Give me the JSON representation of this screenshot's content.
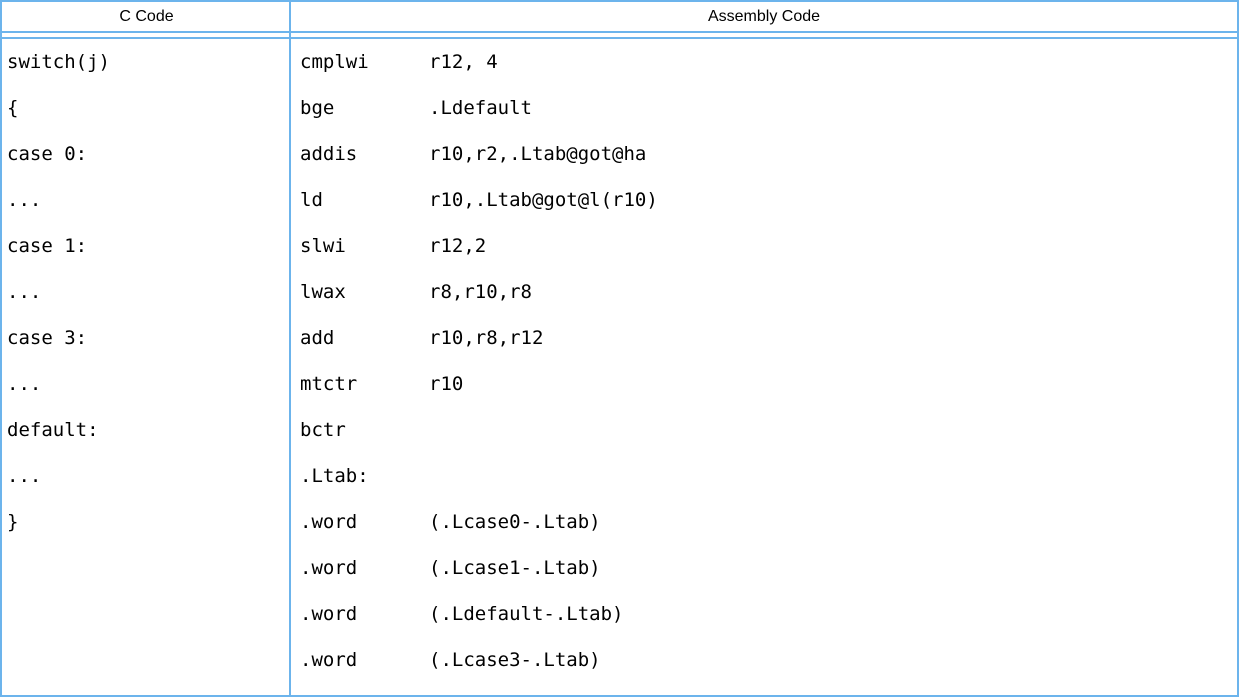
{
  "table": {
    "border_color": "#6cb4ec",
    "text_color": "#000000",
    "headers": {
      "c_code": "C Code",
      "assembly_code": "Assembly Code"
    },
    "c_code_lines": [
      "switch(j)",
      "{",
      "case 0:",
      "...",
      "case 1:",
      "...",
      "case 3:",
      "...",
      "default:",
      "...",
      "}"
    ],
    "assembly_lines": [
      {
        "mnemonic": "cmplwi",
        "operands": "r12, 4"
      },
      {
        "mnemonic": "bge",
        "operands": ".Ldefault"
      },
      {
        "mnemonic": "addis",
        "operands": "r10,r2,.Ltab@got@ha"
      },
      {
        "mnemonic": "ld",
        "operands": "r10,.Ltab@got@l(r10)"
      },
      {
        "mnemonic": "slwi",
        "operands": "r12,2"
      },
      {
        "mnemonic": "lwax",
        "operands": "r8,r10,r8"
      },
      {
        "mnemonic": "add",
        "operands": "r10,r8,r12"
      },
      {
        "mnemonic": "mtctr",
        "operands": "r10"
      },
      {
        "mnemonic": "bctr",
        "operands": ""
      },
      {
        "mnemonic": ".Ltab:",
        "operands": ""
      },
      {
        "mnemonic": ".word",
        "operands": "(.Lcase0-.Ltab)"
      },
      {
        "mnemonic": ".word",
        "operands": "(.Lcase1-.Ltab)"
      },
      {
        "mnemonic": ".word",
        "operands": "(.Ldefault-.Ltab)"
      },
      {
        "mnemonic": ".word",
        "operands": "(.Lcase3-.Ltab)"
      }
    ]
  }
}
